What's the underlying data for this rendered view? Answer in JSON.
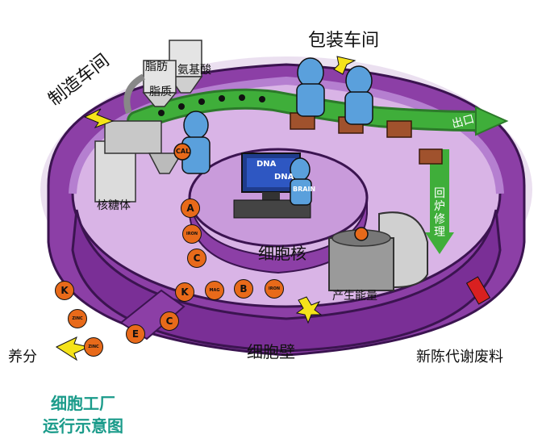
{
  "labels": {
    "manufacturing": "制造车间",
    "packaging": "包装车间",
    "lipid": "脂肪",
    "amino_acid": "氨基酸",
    "fat_quality": "脂质",
    "ribosome": "核糖体",
    "nucleus": "细胞核",
    "energy": "产生能量",
    "cell_wall": "细胞壁",
    "exit": "出口",
    "recycle": "回炉修理",
    "waste": "新陈代谢废料",
    "nutrients": "养分",
    "dna_1": "DNA",
    "dna_2": "DNA",
    "brain": "BRAIN",
    "cal": "CAL"
  },
  "caption": {
    "line1": "细胞工厂",
    "line2": "运行示意图"
  },
  "nutrient_badges": [
    "A",
    "IRON",
    "C",
    "K",
    "MAG",
    "B",
    "IRON",
    "K",
    "ZINC",
    "ZINC",
    "E",
    "C"
  ],
  "colors": {
    "wall": "#8c3fa6",
    "wall_dark": "#5e2378",
    "floor": "#d6a9e0",
    "conveyor": "#3fae3a",
    "worker": "#5aa0dc",
    "badge": "#e86a1a",
    "caption": "#1a9b8a"
  }
}
